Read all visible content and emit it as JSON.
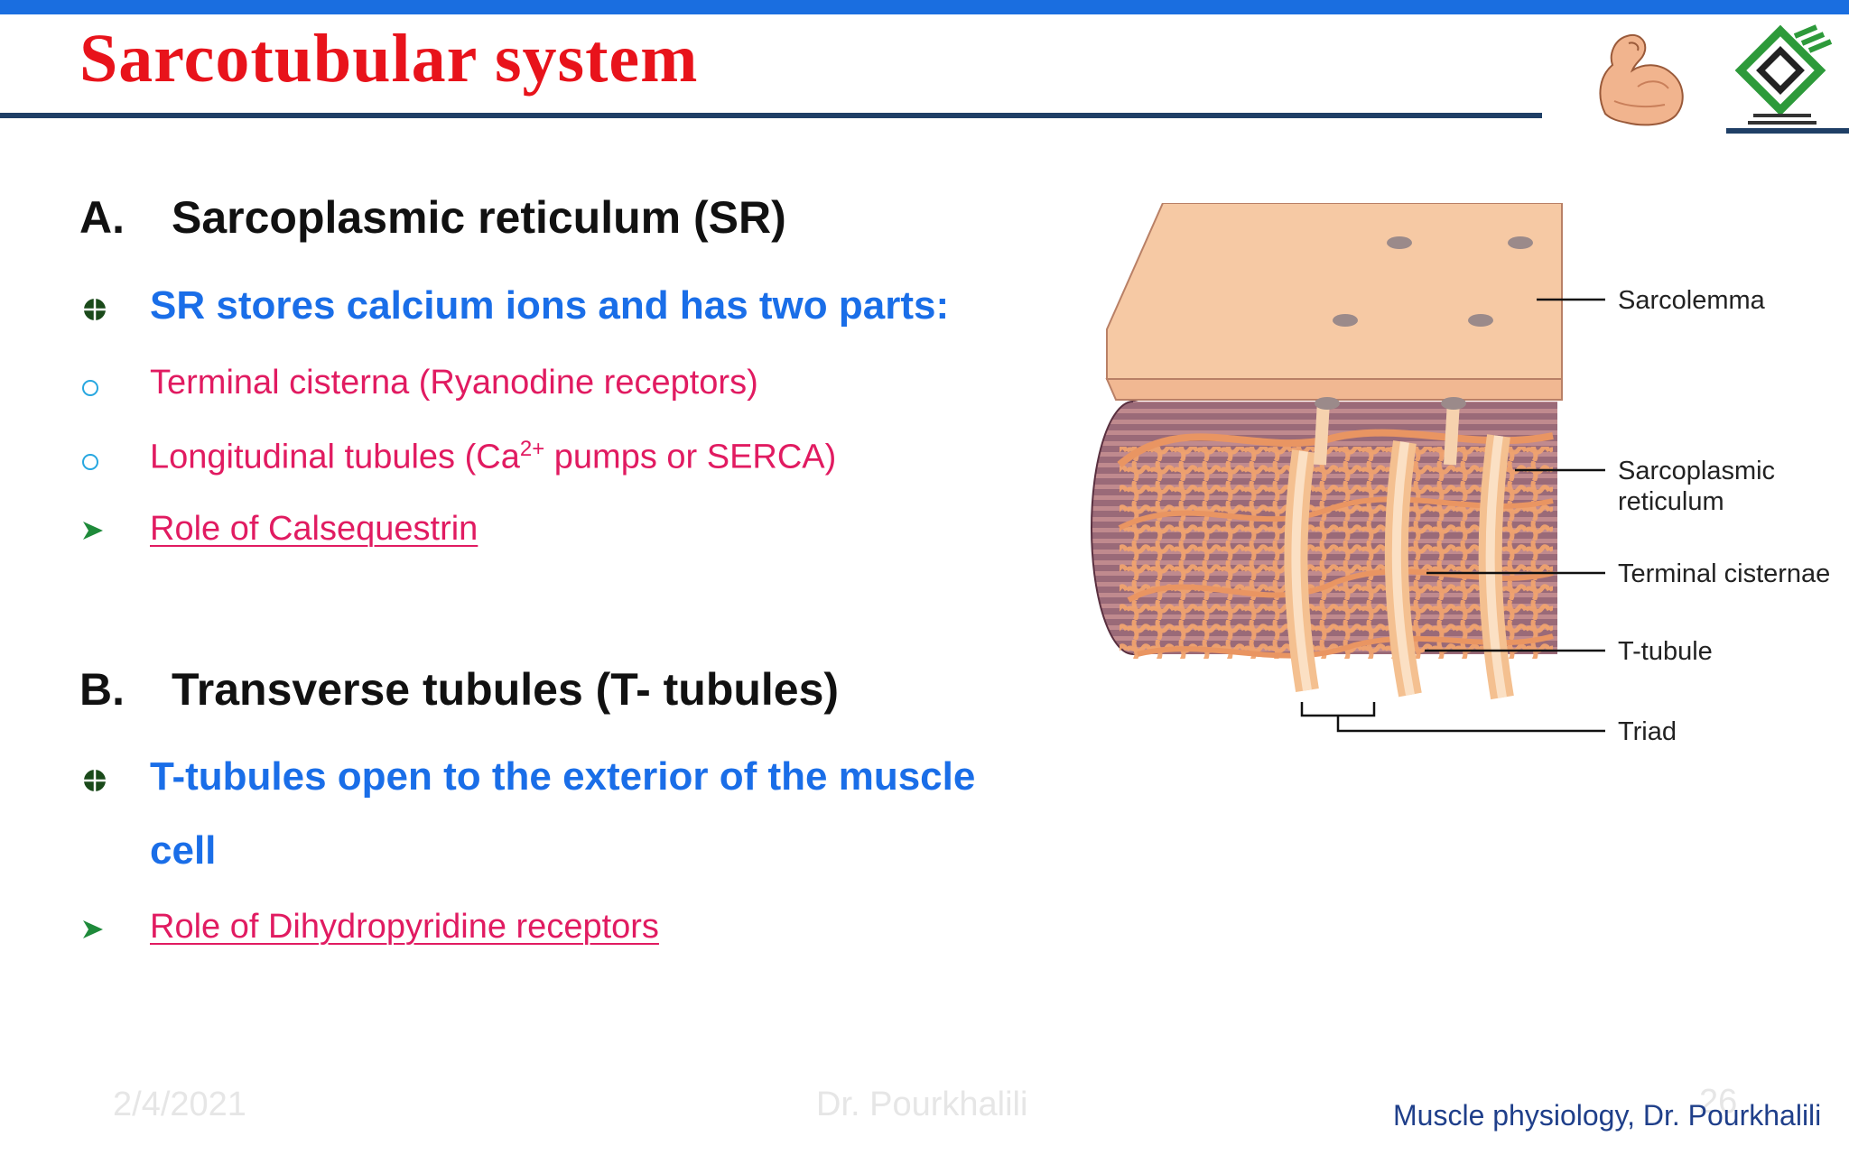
{
  "slide": {
    "title": "Sarcotubular system",
    "section_a": {
      "letter": "A.",
      "heading": "Sarcoplasmic reticulum (SR)"
    },
    "sr_bullet": "SR stores calcium ions and has two parts:",
    "sr_sub1": "Terminal cisterna (Ryanodine receptors)",
    "sr_sub2_pre": "Longitudinal tubules (Ca",
    "sr_sub2_sup": "2+",
    "sr_sub2_post": " pumps or SERCA)",
    "sr_role": "Role of Calsequestrin",
    "section_b": {
      "letter": "B.",
      "heading": "Transverse tubules (T- tubules)"
    },
    "tt_bullet_line1": "T-tubules open to the exterior of the muscle",
    "tt_bullet_line2": "cell",
    "tt_role": "Role of Dihydropyridine receptors"
  },
  "diagram": {
    "labels": {
      "sarcolemma": "Sarcolemma",
      "sr_line1": "Sarcoplasmic",
      "sr_line2": "reticulum",
      "terminal_cisternae": "Terminal cisternae",
      "t_tubule": "T-tubule",
      "triad": "Triad"
    }
  },
  "footer": {
    "date": "2/4/2021",
    "author": "Dr. Pourkhalili",
    "page": "26",
    "course": "Muscle physiology, Dr. Pourkhalili"
  },
  "colors": {
    "title": "#e8131b",
    "accent_blue": "#1a6ee8",
    "pink": "#e11b61",
    "rule": "#1f3f66"
  }
}
